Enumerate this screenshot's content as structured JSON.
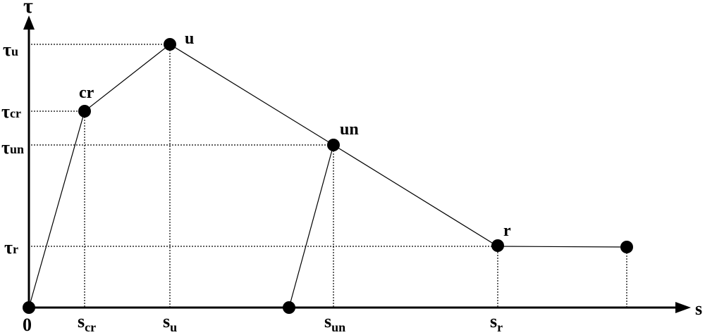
{
  "diagram": {
    "type": "bond-slip constitutive law (tau vs s)",
    "axes": {
      "y_label": "τ",
      "x_label": "s",
      "origin_label": "0"
    },
    "y_ticks": [
      {
        "name": "tau_u",
        "main": "τ",
        "sub": "u"
      },
      {
        "name": "tau_cr",
        "main": "τ",
        "sub": "cr"
      },
      {
        "name": "tau_un",
        "main": "τ",
        "sub": "un"
      },
      {
        "name": "tau_r",
        "main": "τ",
        "sub": "r"
      }
    ],
    "x_ticks": [
      {
        "name": "s_cr",
        "main": "s",
        "sub": "cr"
      },
      {
        "name": "s_u",
        "main": "s",
        "sub": "u"
      },
      {
        "name": "s_un",
        "main": "s",
        "sub": "un"
      },
      {
        "name": "s_r",
        "main": "s",
        "sub": "r"
      }
    ],
    "points": [
      {
        "name": "origin",
        "label": ""
      },
      {
        "name": "cr",
        "label": "cr"
      },
      {
        "name": "u",
        "label": "u"
      },
      {
        "name": "un",
        "label": "un"
      },
      {
        "name": "r",
        "label": "r"
      },
      {
        "name": "end",
        "label": ""
      },
      {
        "name": "unload_end",
        "label": ""
      }
    ],
    "colors": {
      "line": "#000000",
      "background": "#ffffff"
    }
  }
}
